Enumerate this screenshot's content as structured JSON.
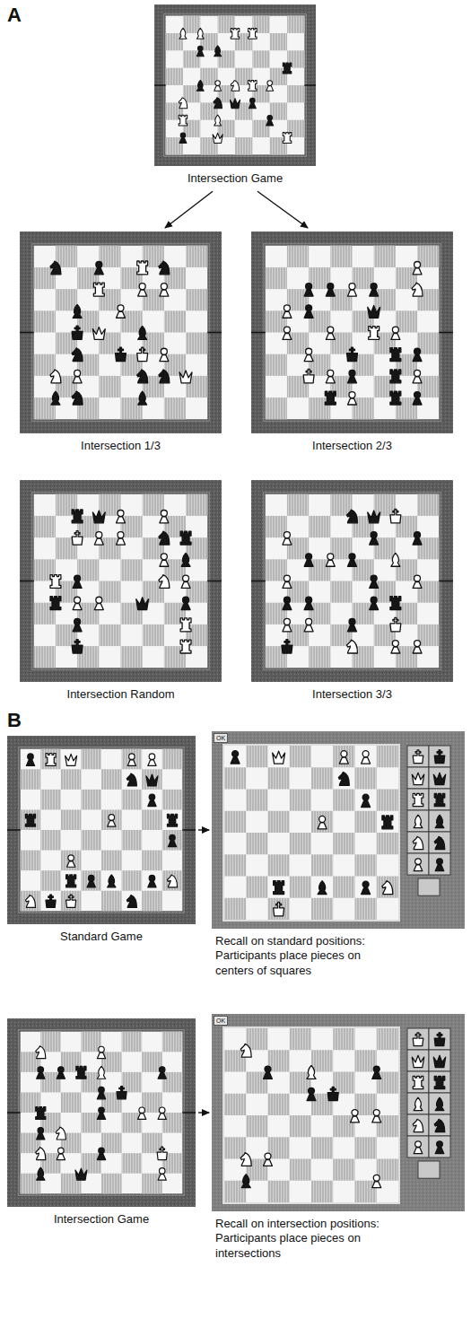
{
  "diagram": {
    "nodes": [
      {
        "text": [
          "Intersection Game"
        ]
      },
      {
        "text": [
          "Intersection 1/3"
        ]
      },
      {
        "text": [
          "Intersection 2/3"
        ]
      },
      {
        "text": [
          "Intersection Random"
        ]
      },
      {
        "text": [
          "Intersection 3/3"
        ]
      },
      {
        "text": [
          "Standard Game"
        ]
      },
      {
        "text": [
          "OK",
          "Recall on standard positions: Participants place pieces on centers of squares"
        ]
      },
      {
        "text": [
          "Intersection Game"
        ]
      },
      {
        "text": [
          "OK",
          "Recall on intersection positions: Participants place pieces on intersections"
        ]
      }
    ],
    "edges": [
      {
        "from": 0,
        "to": 1,
        "arrow": "to"
      },
      {
        "from": 0,
        "to": 2,
        "arrow": "to"
      },
      {
        "from": 5,
        "to": 6,
        "arrow": "to"
      },
      {
        "from": 7,
        "to": 8,
        "arrow": "to"
      }
    ],
    "labels": [
      "A",
      "B"
    ]
  }
}
